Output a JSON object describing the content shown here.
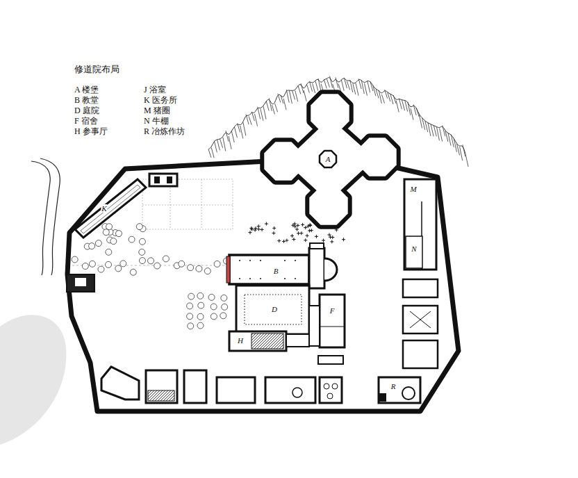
{
  "diagram": {
    "title": "修道院布局",
    "labels": [
      "A",
      "B",
      "D",
      "F",
      "H",
      "K",
      "M",
      "N",
      "R"
    ],
    "legend": [
      {
        "text": "A 楼堡"
      },
      {
        "text": "B 教堂"
      },
      {
        "text": "D 庭院"
      },
      {
        "text": "F 宿舍"
      },
      {
        "text": "H 参事厅"
      },
      {
        "text": "J 浴室"
      },
      {
        "text": "K 医务所"
      },
      {
        "text": "M 猪圈"
      },
      {
        "text": "N 牛棚"
      },
      {
        "text": "R 冶炼作坊"
      }
    ]
  }
}
